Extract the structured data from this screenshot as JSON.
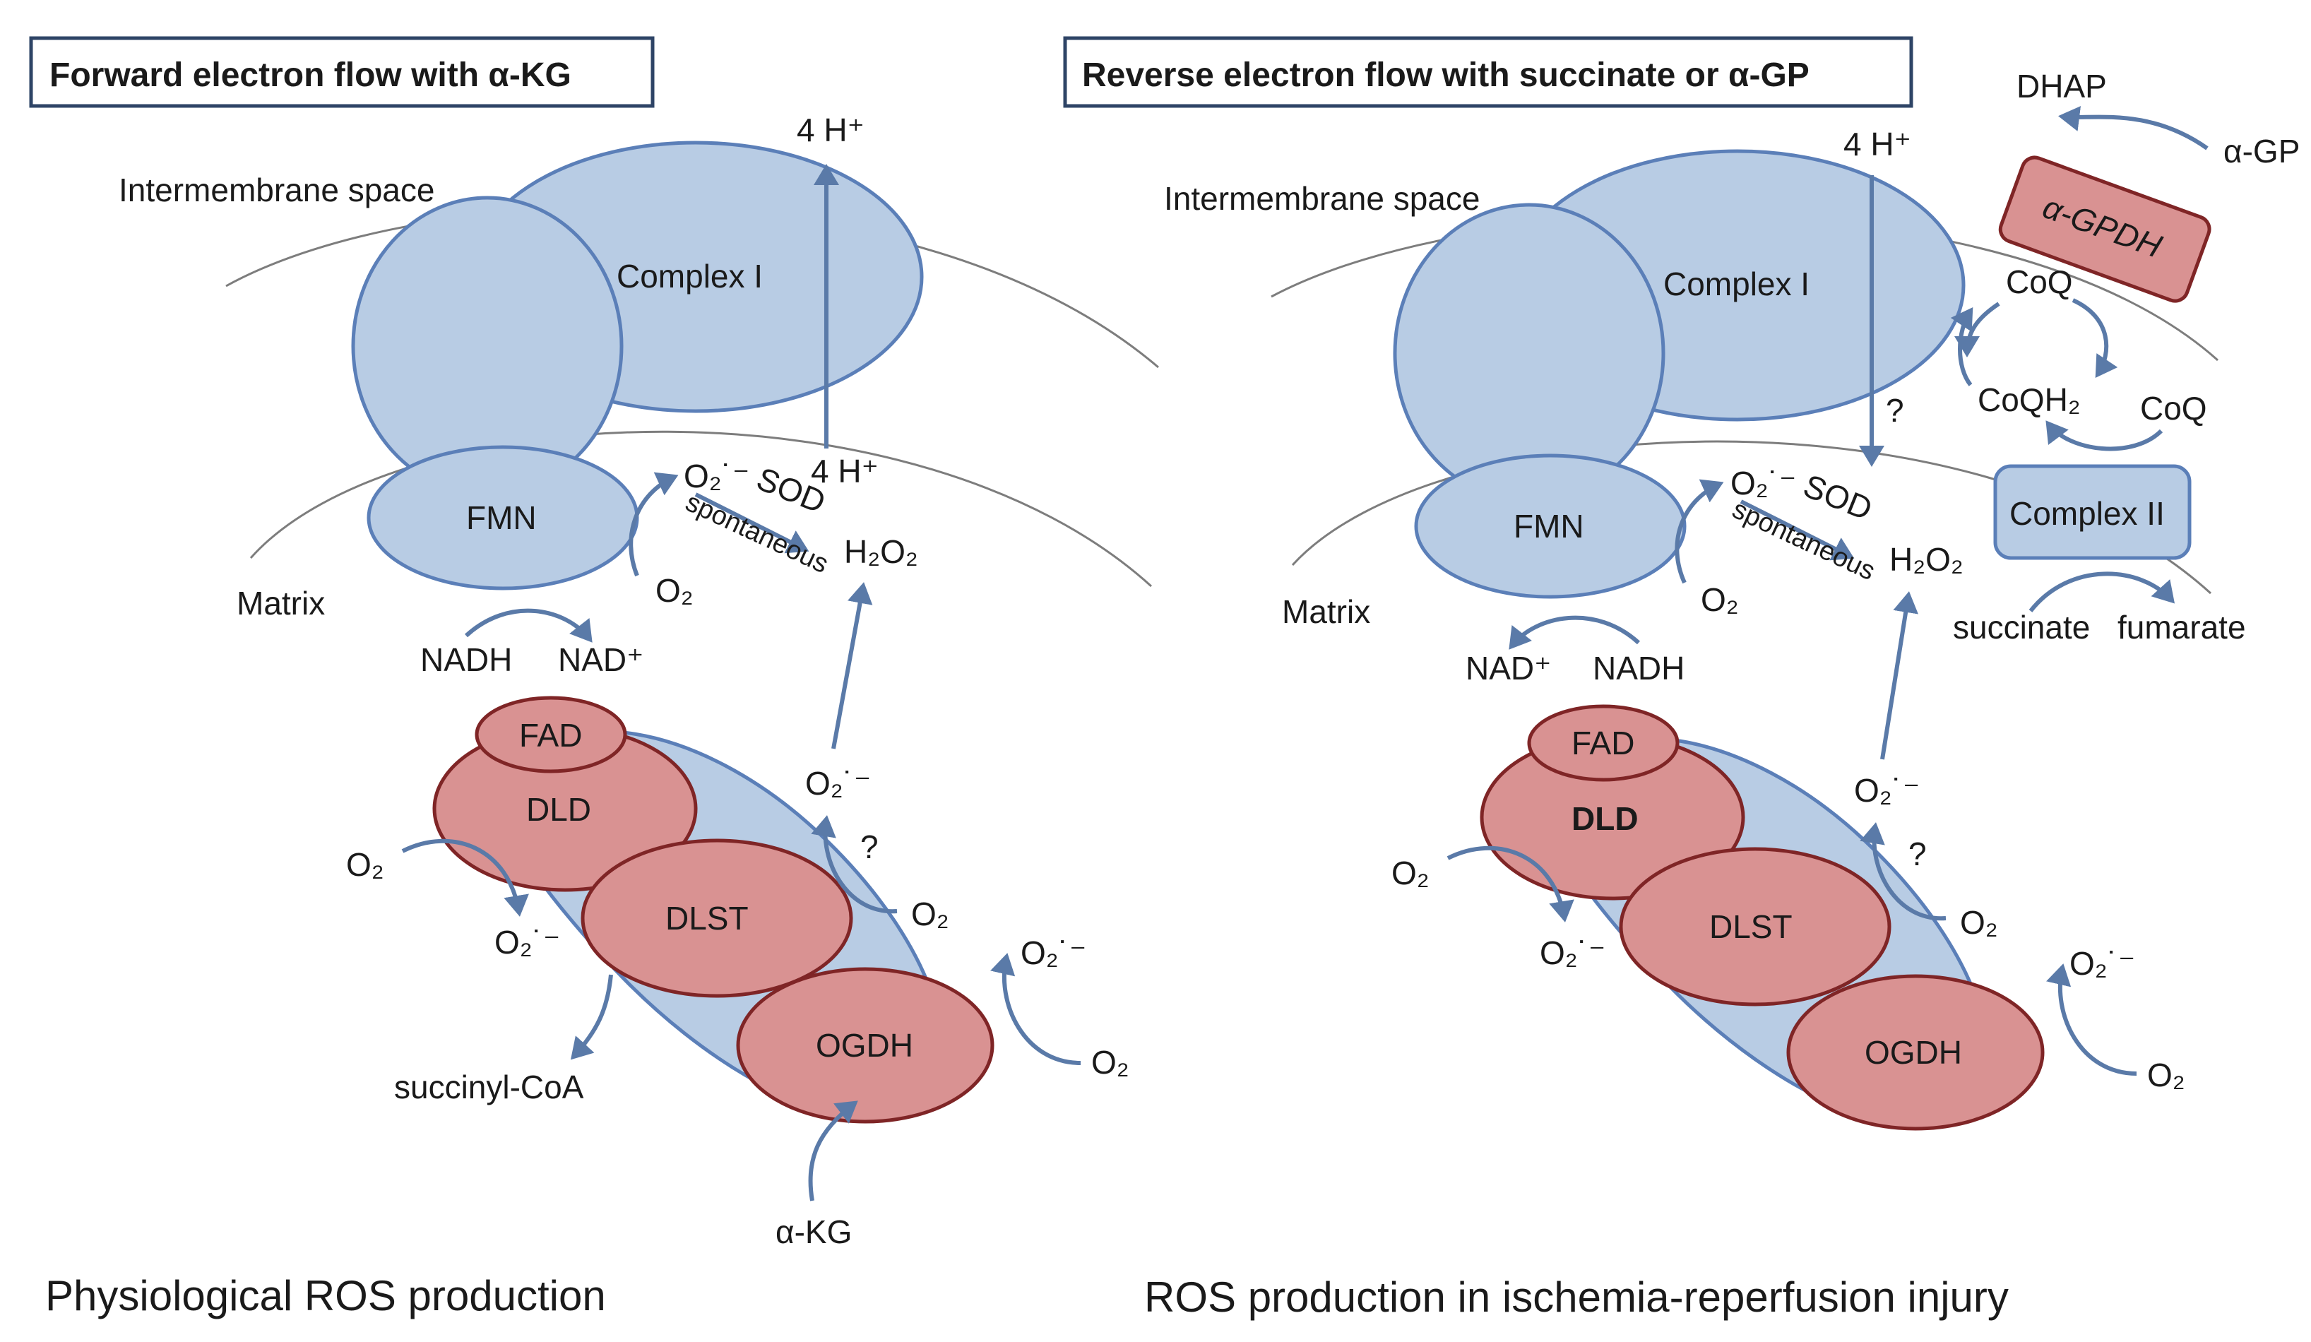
{
  "left_panel": {
    "header": "Forward electron flow with α-KG",
    "caption": "Physiological ROS production",
    "intermembrane": "Intermembrane space",
    "matrix": "Matrix",
    "complex1": "Complex I",
    "fmn": "FMN",
    "proton_top": "4 H⁺",
    "proton_mid": "4 H⁺",
    "superoxide_sod": "O₂˙⁻",
    "sod": "SOD",
    "spontaneous": "spontaneous",
    "h2o2": "H₂O₂",
    "o2_fmn": "O₂",
    "nadh": "NADH",
    "nad_plus": "NAD⁺",
    "fad": "FAD",
    "dld": "DLD",
    "dlst": "DLST",
    "ogdh": "OGDH",
    "o2_dld_in": "O₂",
    "o2_dld_out": "O₂˙⁻",
    "succinyl_coa": "succinyl-CoA",
    "o2_dlst_out": "O₂˙⁻",
    "question": "?",
    "o2_dlst_in": "O₂",
    "o2_ogdh_out": "O₂˙⁻",
    "o2_ogdh_in": "O₂",
    "akg": "α-KG"
  },
  "right_panel": {
    "header": "Reverse electron flow with succinate or α-GP",
    "caption": "ROS production in ischemia-reperfusion injury",
    "intermembrane": "Intermembrane space",
    "matrix": "Matrix",
    "complex1": "Complex I",
    "fmn": "FMN",
    "proton_top": "4 H⁺",
    "question_proton": "?",
    "superoxide_sod": "O₂˙⁻",
    "sod": "SOD",
    "spontaneous": "spontaneous",
    "h2o2": "H₂O₂",
    "o2_fmn": "O₂",
    "nad_plus": "NAD⁺",
    "nadh": "NADH",
    "fad": "FAD",
    "dld": "DLD",
    "dlst": "DLST",
    "ogdh": "OGDH",
    "o2_dld_in": "O₂",
    "o2_dld_out": "O₂˙⁻",
    "o2_dlst_out": "O₂˙⁻",
    "question": "?",
    "o2_dlst_in": "O₂",
    "o2_ogdh_out": "O₂˙⁻",
    "o2_ogdh_in": "O₂",
    "dhap": "DHAP",
    "agp": "α-GP",
    "agpdh": "α-GPDH",
    "coq_top": "CoQ",
    "coqh2": "CoQH₂",
    "coq_right": "CoQ",
    "complex2": "Complex II",
    "succinate": "succinate",
    "fumarate": "fumarate"
  },
  "colors": {
    "complex_fill": "#b8cce4",
    "complex_stroke": "#5b7fb8",
    "enzyme_fill": "#d99292",
    "enzyme_stroke": "#7f2526",
    "arrow": "#5a7aa8",
    "membrane": "#7d7d7d"
  }
}
